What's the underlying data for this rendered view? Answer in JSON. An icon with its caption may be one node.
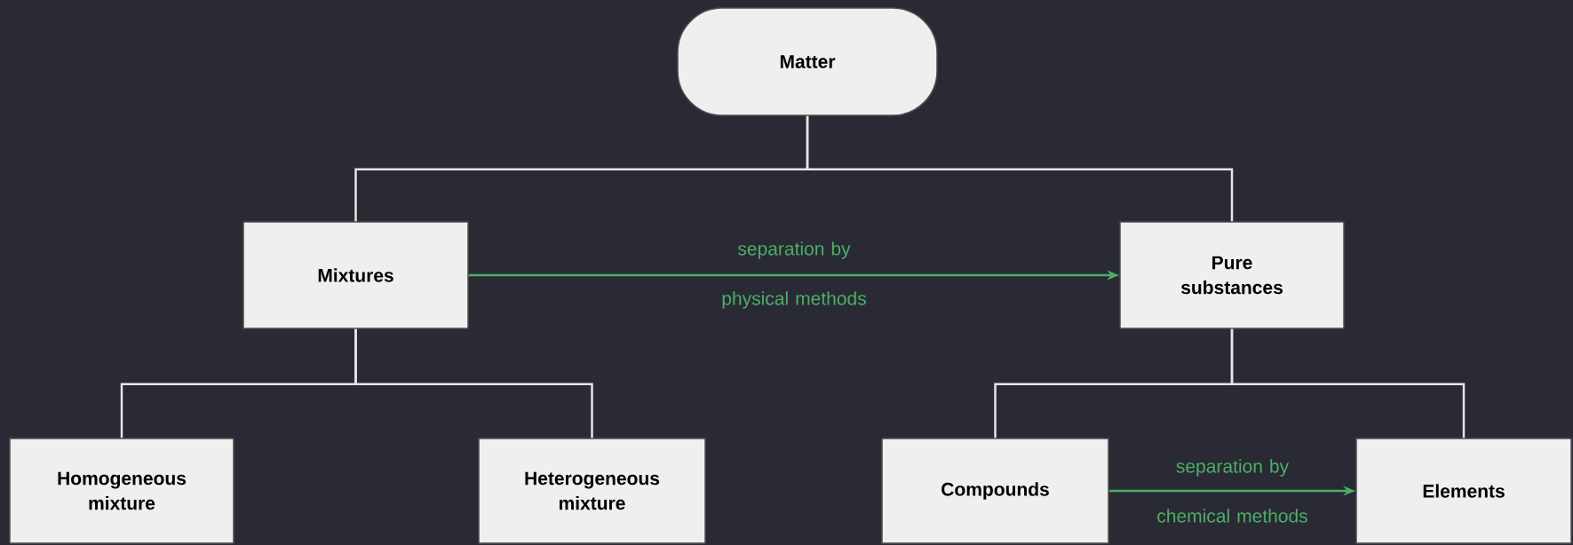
{
  "diagram": {
    "nodes": [
      {
        "text": [
          "Matter"
        ]
      },
      {
        "text": [
          "Mixtures"
        ]
      },
      {
        "text": [
          "Pure substances"
        ]
      },
      {
        "text": [
          "Homogeneous mixture"
        ]
      },
      {
        "text": [
          "Heterogeneous mixture"
        ]
      },
      {
        "text": [
          "Compounds"
        ]
      },
      {
        "text": [
          "Elements"
        ]
      }
    ],
    "edges": [
      {
        "from": 0,
        "to": 1,
        "arrow": "none"
      },
      {
        "from": 0,
        "to": 2,
        "arrow": "none"
      },
      {
        "from": 1,
        "to": 2,
        "arrow": "to",
        "label": "separation by physical methods",
        "color": "#4caf64"
      },
      {
        "from": 1,
        "to": 3,
        "arrow": "none"
      },
      {
        "from": 1,
        "to": 4,
        "arrow": "none"
      },
      {
        "from": 2,
        "to": 5,
        "arrow": "none"
      },
      {
        "from": 2,
        "to": 6,
        "arrow": "none"
      },
      {
        "from": 5,
        "to": 6,
        "arrow": "to",
        "label": "separation by chemical methods",
        "color": "#4caf64"
      }
    ]
  }
}
